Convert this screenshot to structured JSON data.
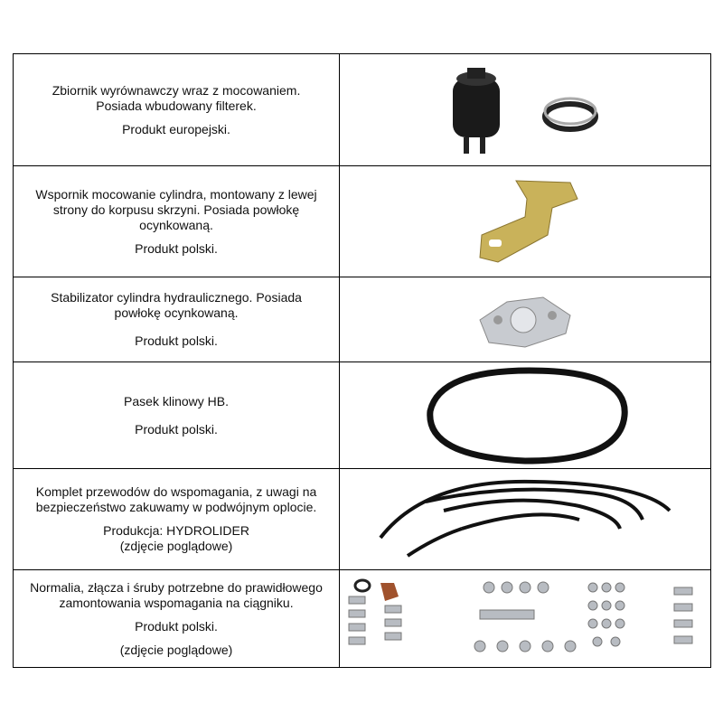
{
  "rows": [
    {
      "desc": "Zbiornik wyrównawczy wraz z mocowaniem. Posiada wbudowany filterek.",
      "origin": "Produkt europejski.",
      "image": "reservoir-with-clamp"
    },
    {
      "desc": "Wspornik mocowanie cylindra, montowany z lewej strony do korpusu skrzyni. Posiada powłokę ocynkowaną.",
      "origin": "Produkt polski.",
      "image": "cylinder-bracket"
    },
    {
      "desc": "Stabilizator cylindra hydraulicznego. Posiada powłokę ocynkowaną.",
      "origin": "Produkt polski.",
      "image": "cylinder-stabilizer"
    },
    {
      "desc": "Pasek klinowy HB.",
      "origin": "Produkt polski.",
      "image": "v-belt"
    },
    {
      "desc": "Komplet przewodów do wspomagania, z uwagi na bezpieczeństwo zakuwamy w podwójnym oplocie.",
      "origin": "Produkcja: HYDROLIDER",
      "note": "(zdjęcie poglądowe)",
      "image": "hydraulic-hoses"
    },
    {
      "desc": "Normalia, złącza i śruby potrzebne do prawidłowego zamontowania wspomagania na ciągniku.",
      "origin": "Produkt polski.",
      "note": "(zdjęcie poglądowe)",
      "image": "fasteners-set"
    }
  ]
}
